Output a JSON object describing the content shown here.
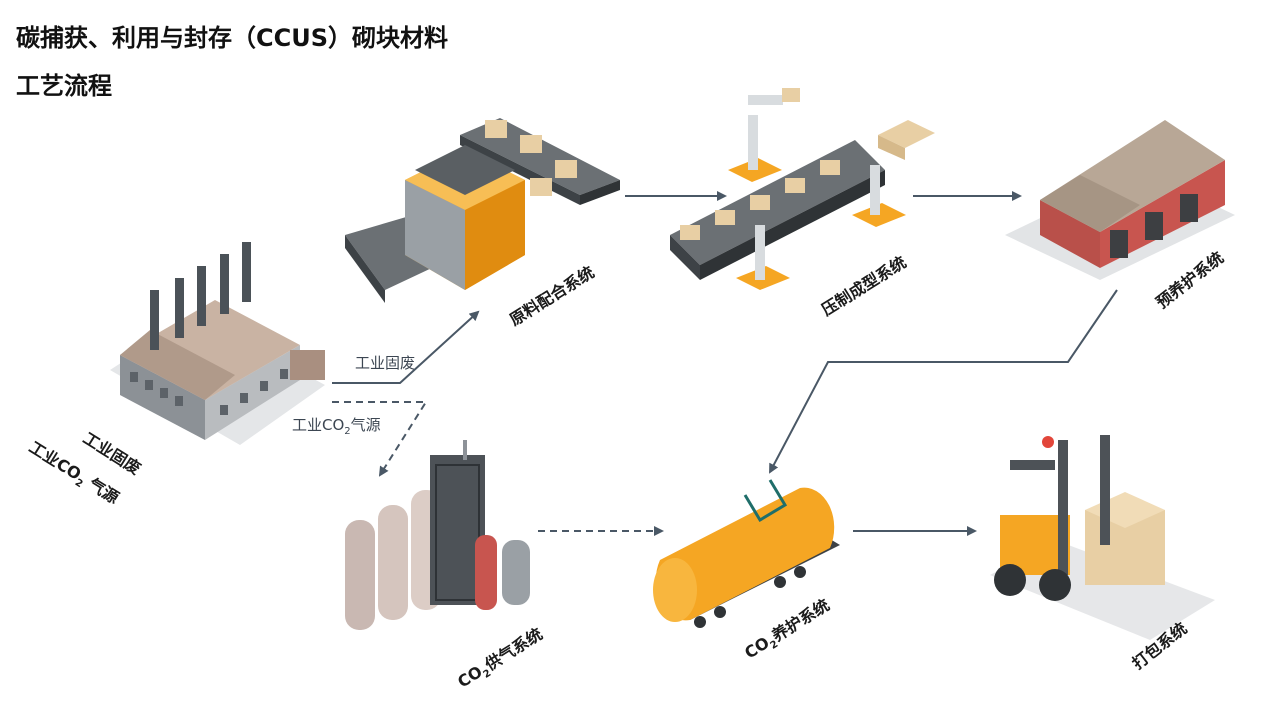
{
  "title": {
    "line1": "碳捕获、利用与封存（CCUS）砌块材料",
    "line2": "工艺流程"
  },
  "nodes": {
    "factory": {
      "label1": "工业固废",
      "label2_pre": "工业CO",
      "label2_sub": "2",
      "label2_post": " 气源"
    },
    "raw_material": {
      "label": "原料配合系统"
    },
    "press": {
      "label": "压制成型系统"
    },
    "precure": {
      "label": "预养护系统"
    },
    "co2_supply": {
      "label_pre": "CO",
      "label_sub": "2",
      "label_post": "供气系统"
    },
    "co2_cure": {
      "label_pre": "CO",
      "label_sub": "2",
      "label_post": "养护系统"
    },
    "packing": {
      "label": "打包系统"
    }
  },
  "flows": {
    "solid_waste": "工业固废",
    "co2_source_pre": "工业CO",
    "co2_source_sub": "2",
    "co2_source_post": "气源"
  },
  "colors": {
    "arrow": "#4a5866",
    "accent": "#f5a623",
    "brick": "#c8554f"
  }
}
